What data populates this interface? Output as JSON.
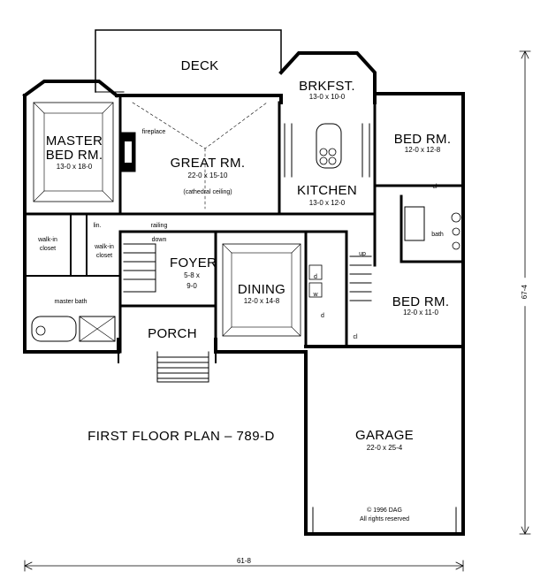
{
  "plan": {
    "title": "FIRST FLOOR PLAN – 789-D",
    "copyright": "© 1996 DAG",
    "rights": "All rights reserved",
    "overall_width": "61-8",
    "overall_depth": "67-4"
  },
  "rooms": {
    "deck": {
      "name": "DECK"
    },
    "brkfst": {
      "name": "BRKFST.",
      "size": "13-0 x 10-0"
    },
    "master": {
      "name1": "MASTER",
      "name2": "BED RM.",
      "size": "13-0 x 18-0"
    },
    "great": {
      "name": "GREAT RM.",
      "size": "22-0 x 15-10",
      "note": "(cathedral ceiling)"
    },
    "kitchen": {
      "name": "KITCHEN",
      "size": "13-0 x 12-0"
    },
    "bed1": {
      "name": "BED RM.",
      "size": "12-0 x 12-8"
    },
    "bed2": {
      "name": "BED RM.",
      "size": "12-0 x 11-0"
    },
    "foyer": {
      "name": "FOYER",
      "size1": "5-8 x",
      "size2": "9-0"
    },
    "dining": {
      "name": "DINING",
      "size": "12-0 x 14-8"
    },
    "porch": {
      "name": "PORCH"
    },
    "garage": {
      "name": "GARAGE",
      "size": "22-0 x 25-4"
    }
  },
  "notes": {
    "fireplace": "fireplace",
    "railing": "railing",
    "down": "down",
    "up": "up",
    "lin": "lin.",
    "walkin1a": "walk-in",
    "walkin1b": "closet",
    "walkin2a": "walk-in",
    "walkin2b": "closet",
    "master_bath": "master bath",
    "bath": "bath",
    "cl1": "cl",
    "cl2": "cl",
    "d": "d",
    "w": "w",
    "dd": "d"
  }
}
